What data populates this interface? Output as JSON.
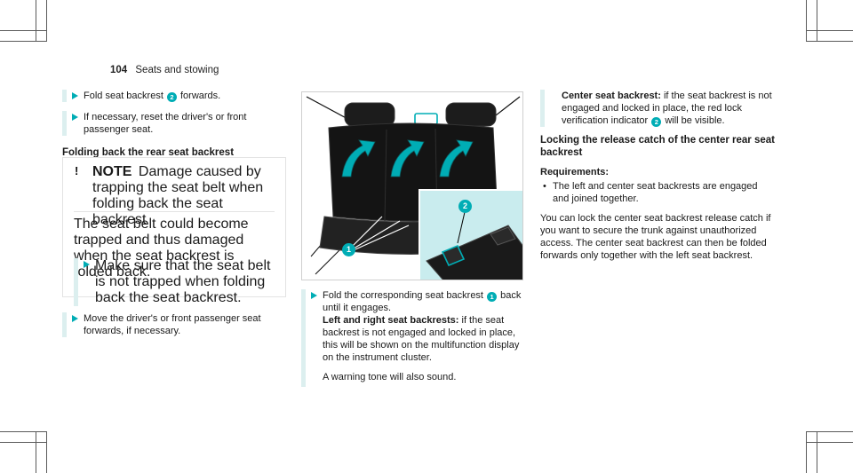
{
  "header": {
    "page_number": "104",
    "section": "Seats and stowing"
  },
  "left": {
    "step1_text": "Fold seat backrest",
    "step1_marker": "2",
    "step1_tail": "forwards.",
    "step2_text": "If necessary, reset the driver's or front passenger seat.",
    "heading": "Folding back the rear seat backrest",
    "note": {
      "title": "NOTE",
      "title_text": "Damage caused by trapping the seat belt when folding back the seat backrest",
      "body": "The seat belt could become trapped and thus damaged when the seat backrest is folded back.",
      "step": "Make sure that the seat belt is not trapped when folding back the seat backrest."
    },
    "step3_text": "Move the driver's or front passenger seat forwards, if necessary."
  },
  "middle": {
    "illustration": {
      "marker_1": "1",
      "marker_2": "2"
    },
    "step_text": "Fold the corresponding seat backrest",
    "step_marker": "1",
    "step_tail": "back until it engages.",
    "label": "Left and right seat backrests:",
    "label_text": "if the seat backrest is not engaged and locked in place, this will be shown on the multifunction display on the instrument cluster.",
    "warning_text": "A warning tone will also sound."
  },
  "right": {
    "center_label": "Center seat backrest:",
    "center_text_a": "if the seat backrest is not engaged and locked in place, the red lock verification indicator",
    "center_marker": "2",
    "center_text_b": "will be visible.",
    "heading": "Locking the release catch of the center rear seat backrest",
    "req_label": "Requirements:",
    "req_item": "The left and center seat backrests are engaged and joined together.",
    "body": "You can lock the center seat backrest release catch if you want to secure the trunk against unauthorized access. The center seat backrest can then be folded forwards only together with the left seat backrest."
  },
  "colors": {
    "accent": "#00adb5",
    "bar": "#dcefef",
    "inset_bg": "#c9ecee"
  }
}
